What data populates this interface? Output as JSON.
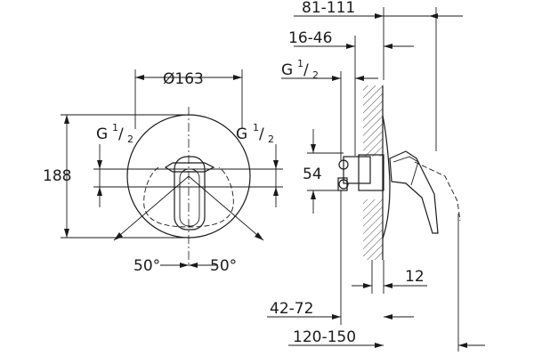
{
  "front_view": {
    "dim_diameter": "Ø163",
    "dim_height": "188",
    "thread_left": {
      "base": "G",
      "sup": "1",
      "slash": "/",
      "sub": "2"
    },
    "thread_right": {
      "base": "G",
      "sup": "1",
      "slash": "/",
      "sub": "2"
    },
    "angle_left": "50°",
    "angle_right": "50°"
  },
  "side_view": {
    "dim_81_111": "81-111",
    "dim_16_46": "16-46",
    "thread_top": {
      "base": "G",
      "sup": "1",
      "slash": "/",
      "sub": "2"
    },
    "dim_54": "54",
    "dim_12": "12",
    "dim_42_72": "42-72",
    "dim_120_150": "120-150"
  }
}
